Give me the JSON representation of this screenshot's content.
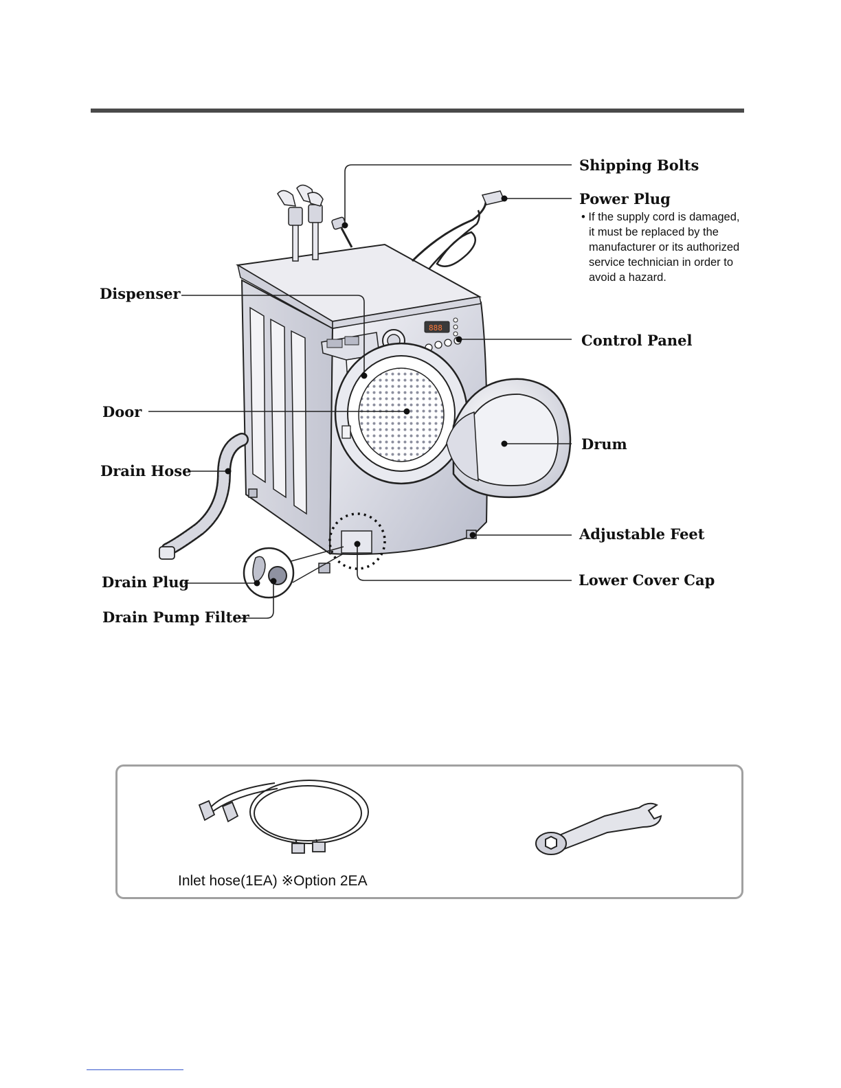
{
  "labels": {
    "shipping_bolts": "Shipping Bolts",
    "power_plug": "Power Plug",
    "power_plug_note": [
      "• If the supply cord is damaged,",
      "it must be replaced by the",
      "manufacturer or its authorized",
      "service technician in order to",
      "avoid a hazard."
    ],
    "dispenser": "Dispenser",
    "control_panel": "Control Panel",
    "door": "Door",
    "drum": "Drum",
    "drain_hose": "Drain Hose",
    "adjustable_feet": "Adjustable Feet",
    "drain_plug": "Drain Plug",
    "lower_cover_cap": "Lower Cover Cap",
    "drain_pump_filter": "Drain Pump Filter"
  },
  "accessories": {
    "inlet_hose": "Inlet hose(1EA)  ※Option 2EA"
  },
  "display_digits": "888"
}
